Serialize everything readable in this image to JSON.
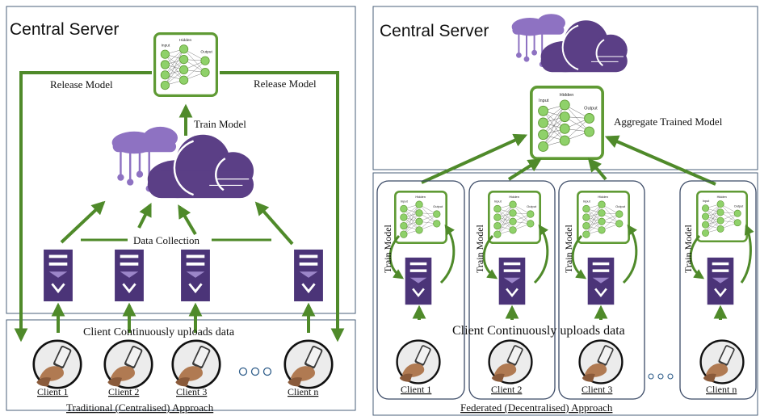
{
  "left": {
    "title": "Central Server",
    "release_left": "Release Model",
    "release_right": "Release Model",
    "train": "Train Model",
    "data_collection": "Data Collection",
    "uploads": "Client Continuously uploads data",
    "caption": "Traditional (Centralised) Approach",
    "clients": [
      "Client 1",
      "Client 2",
      "Client 3",
      "Client n"
    ]
  },
  "right": {
    "title": "Central Server",
    "aggregate": "Aggregate Trained Model",
    "train_label": "Train Model",
    "uploads": "Client Continuously uploads data",
    "caption": "Federated (Decentralised) Approach",
    "clients": [
      "Client 1",
      "Client 2",
      "Client 3",
      "Client n"
    ]
  },
  "nn_labels": {
    "input": "Input",
    "hidden": "Hidden",
    "output": "Output"
  },
  "colors": {
    "arrow": "#4f8a2a",
    "node": "#8fd16a",
    "cloud": "#5b3f86",
    "cloud_light": "#8e72c2",
    "server": "#4b3478",
    "box_border": "#4a5f78"
  }
}
